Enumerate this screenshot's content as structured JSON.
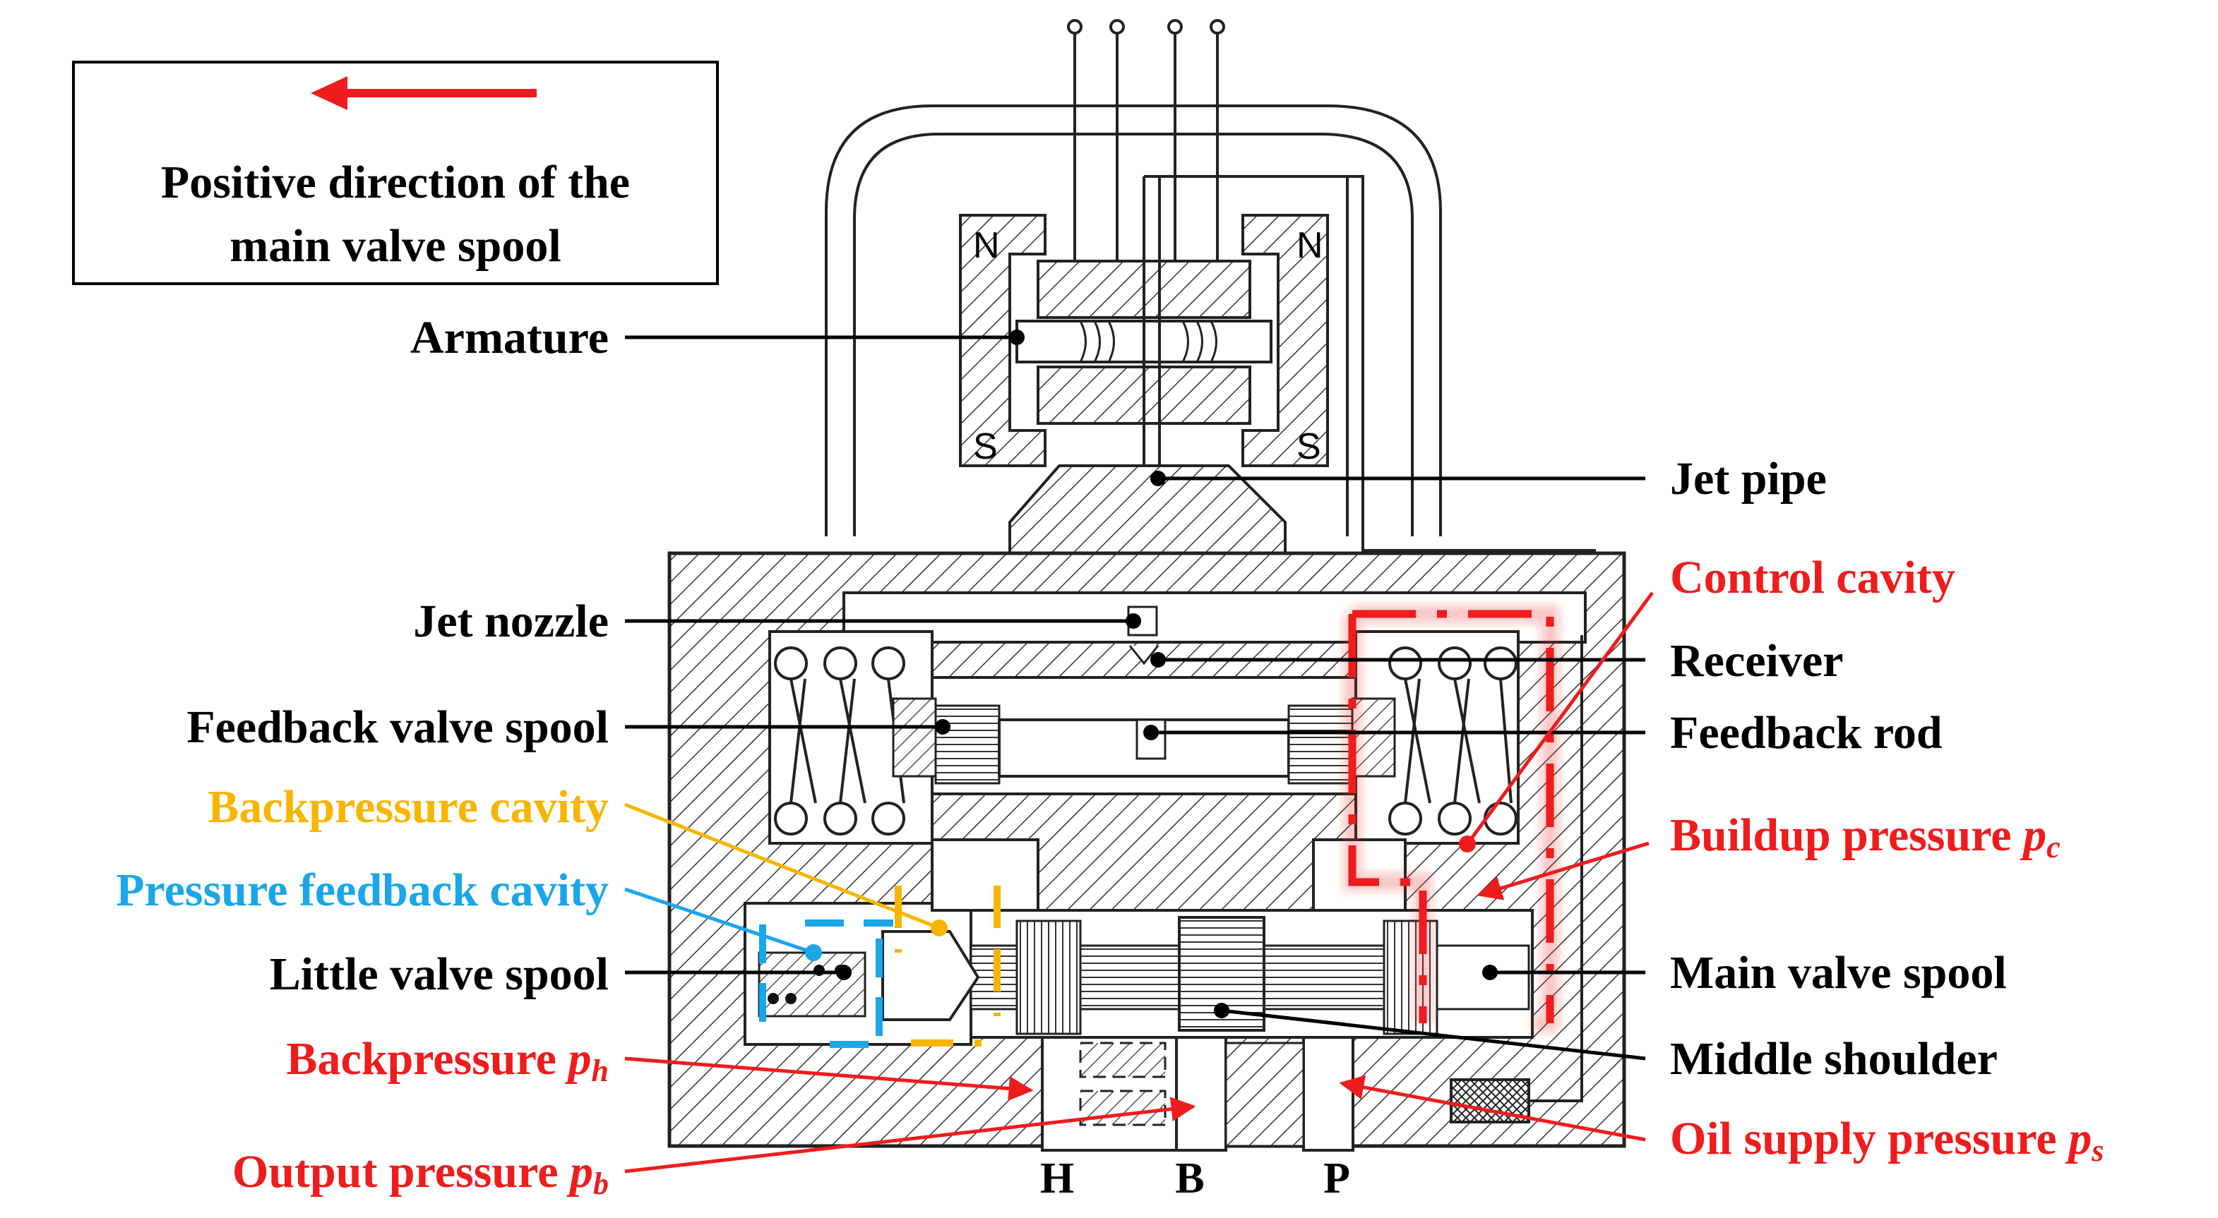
{
  "legend": {
    "arrow_color": "#ee1c1c",
    "line1": "Positive direction of the",
    "line2": "main valve spool"
  },
  "labels": {
    "armature": "Armature",
    "jet_nozzle": "Jet nozzle",
    "feedback_valve_spool": "Feedback valve spool",
    "backpressure_cavity": "Backpressure cavity",
    "pressure_feedback_cavity": "Pressure feedback cavity",
    "little_valve_spool": "Little valve spool",
    "jet_pipe": "Jet pipe",
    "control_cavity": "Control cavity",
    "receiver": "Receiver",
    "feedback_rod": "Feedback rod",
    "buildup_pressure": "Buildup pressure",
    "buildup_pressure_symbol": "p",
    "buildup_pressure_sub": "c",
    "main_valve_spool": "Main valve spool",
    "middle_shoulder": "Middle shoulder",
    "backpressure": "Backpressure",
    "backpressure_symbol": "p",
    "backpressure_sub": "h",
    "output_pressure": "Output pressure",
    "output_pressure_symbol": "p",
    "output_pressure_sub": "b",
    "oil_supply_pressure": "Oil supply pressure",
    "oil_supply_pressure_symbol": "p",
    "oil_supply_pressure_sub": "s"
  },
  "magnet_letters": {
    "n_left": "N",
    "n_right": "N",
    "s_left": "S",
    "s_right": "S"
  },
  "ports": {
    "h": "H",
    "b": "B",
    "p": "P"
  },
  "colors": {
    "black_label": "#000000",
    "red": "#ee1c1c",
    "orange": "#f7b500",
    "blue": "#1aa6e8"
  }
}
